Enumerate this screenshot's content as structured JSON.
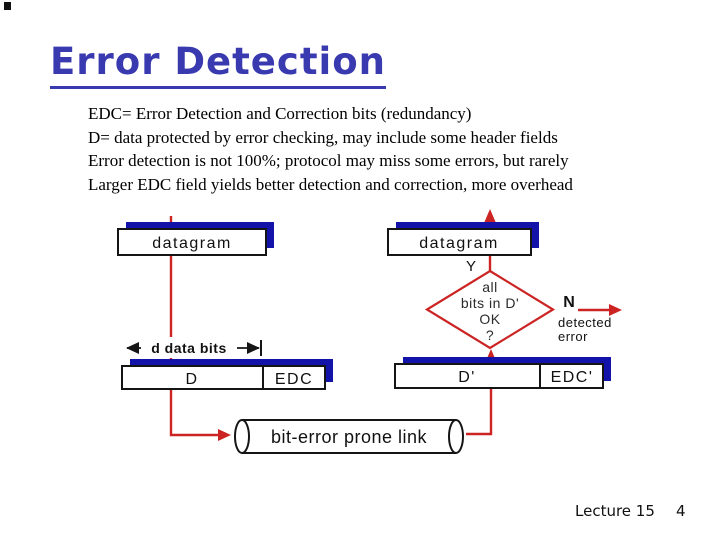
{
  "title": {
    "text": "Error Detection"
  },
  "body": {
    "lines": [
      "EDC= Error Detection and Correction bits (redundancy)",
      "D= data protected by error checking, may include some header fields",
      "Error detection is not 100%; protocol may miss some errors, but rarely",
      "Larger EDC field yields better detection and correction, more overhead"
    ]
  },
  "diagram": {
    "sender": {
      "datagram_label": "datagram",
      "measure_label": "d data bits",
      "data_label": "D",
      "edc_label": "EDC"
    },
    "receiver": {
      "datagram_label": "datagram",
      "data_label": "D'",
      "edc_label": "EDC'"
    },
    "decision": {
      "line1": "all",
      "line2": "bits in D'",
      "line3": "OK",
      "line4": "?",
      "yes_label": "Y",
      "no_label": "N",
      "result_line1": "detected",
      "result_line2": "error"
    },
    "link": {
      "label": "bit-error prone link"
    },
    "colors": {
      "arrow_red": "#cc2323",
      "shadow_navy": "#1313aa",
      "box_border": "#151515",
      "title_blue": "#3939b0"
    }
  },
  "footer": {
    "lecture": "Lecture 15",
    "page": "4"
  }
}
